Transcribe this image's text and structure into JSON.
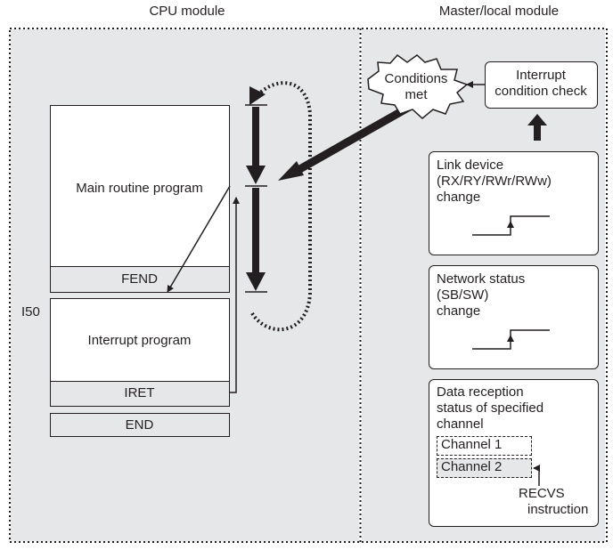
{
  "headers": {
    "cpu_module": "CPU module",
    "master_local_module": "Master/local module"
  },
  "cpu": {
    "main_routine": "Main routine program",
    "fend": "FEND",
    "interrupt_pointer": "I50",
    "interrupt_program": "Interrupt program",
    "iret": "IRET",
    "end": "END"
  },
  "master": {
    "conditions_met": [
      "Conditions",
      "met"
    ],
    "interrupt_check": [
      "Interrupt",
      "condition check"
    ],
    "link_device": [
      "Link device",
      "(RX/RY/RWr/RWw)",
      "change"
    ],
    "network_status": [
      "Network status",
      "(SB/SW)",
      "change"
    ],
    "data_reception": [
      "Data reception",
      "status of specified",
      "channel"
    ],
    "channel1": "Channel 1",
    "channel2": "Channel 2",
    "recvs": [
      "RECVS",
      "instruction"
    ]
  }
}
